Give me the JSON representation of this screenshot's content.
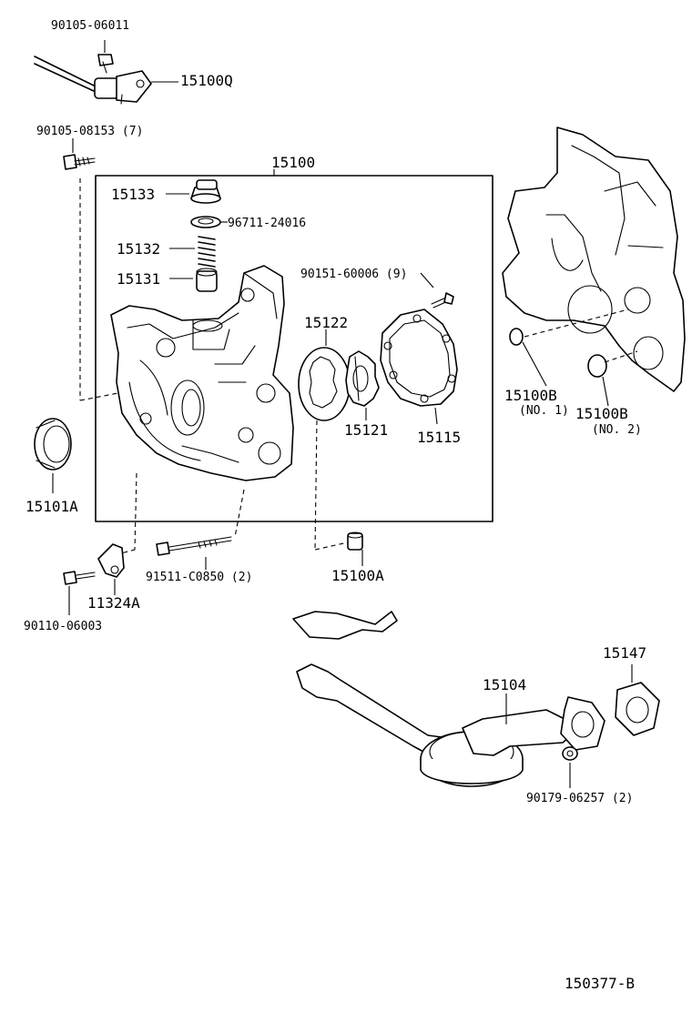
{
  "diagram_id": "150377-B",
  "labels": {
    "bolt_top": "90105-06011",
    "sensor": "15100Q",
    "bolt_7": "90105-08153 (7)",
    "assembly": "15100",
    "plug": "15133",
    "gasket_96711": "96711-24016",
    "spring": "15132",
    "valve": "15131",
    "screw_9": "90151-60006 (9)",
    "rotor_drive": "15122",
    "rotor_driven": "15121",
    "cover": "15115",
    "oring_no1": "15100B",
    "oring_no1_note": "(NO. 1)",
    "oring_no2": "15100B",
    "oring_no2_note": "(NO. 2)",
    "seal": "15101A",
    "bolt_2": "91511-C0850 (2)",
    "pin": "15100A",
    "bracket": "11324A",
    "bolt_bottom": "90110-06003",
    "strainer_gasket": "15147",
    "strainer": "15104",
    "nut_2": "90179-06257 (2)"
  }
}
